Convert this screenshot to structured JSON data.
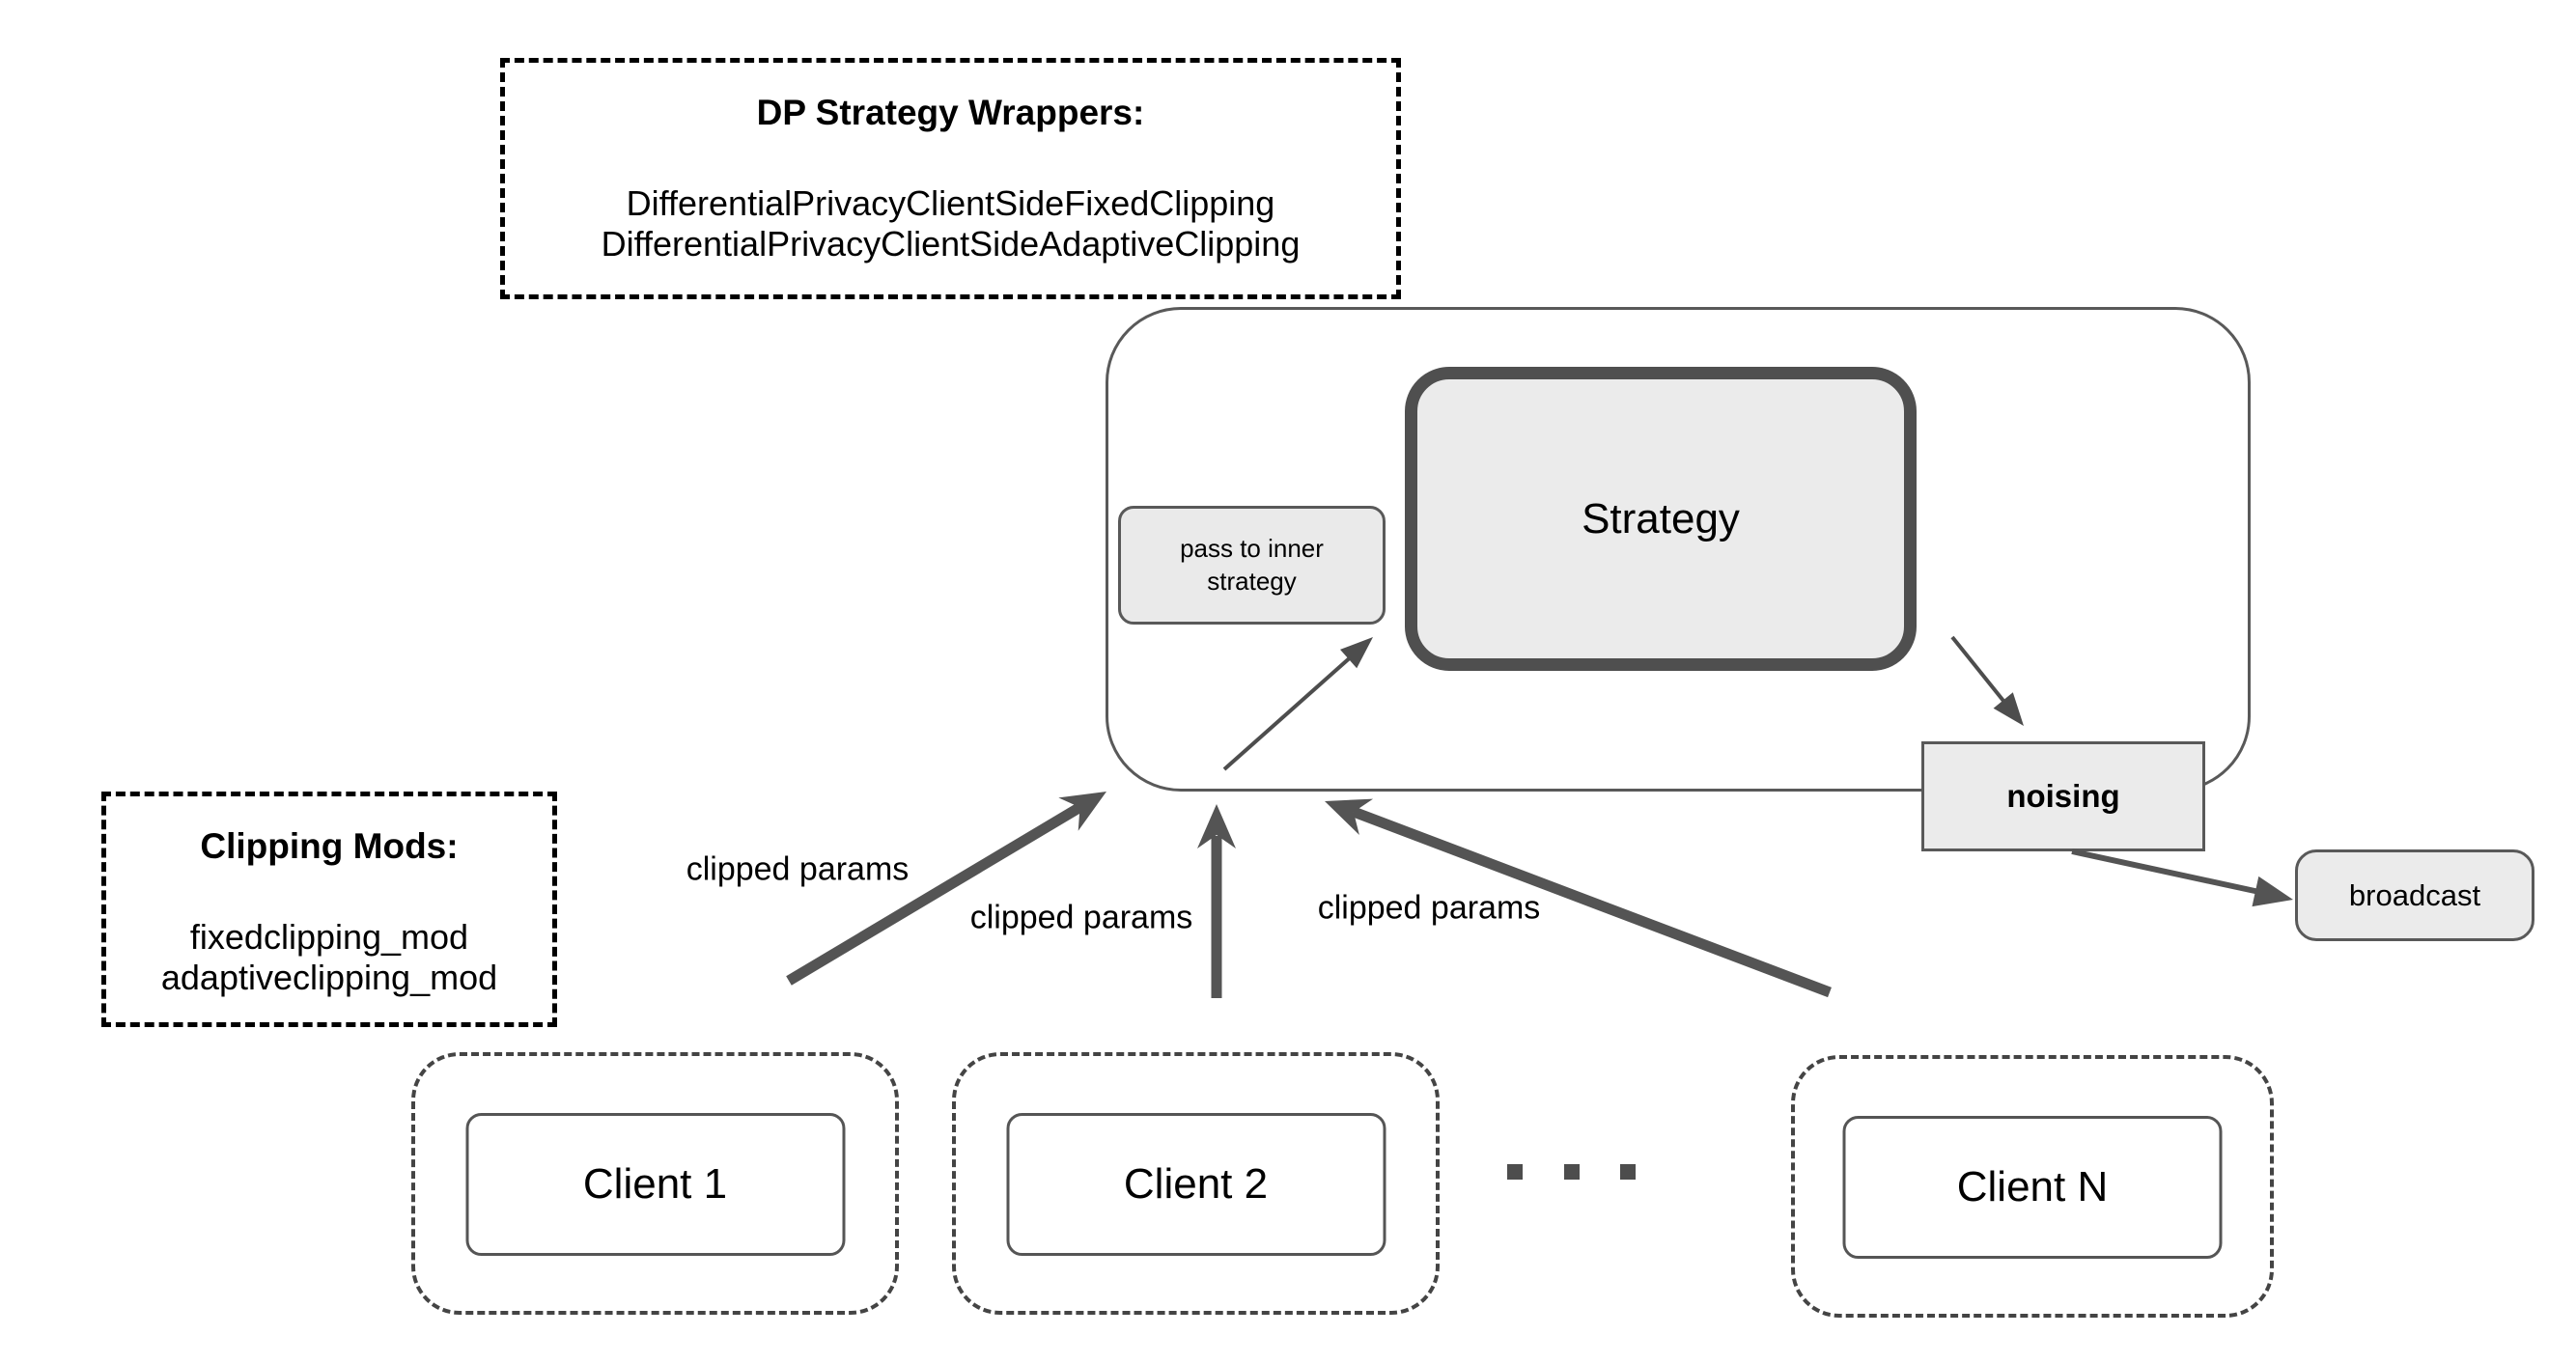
{
  "dp_strategy_wrappers": {
    "title": "DP Strategy Wrappers:",
    "items": [
      "DifferentialPrivacyClientSideFixedClipping",
      "DifferentialPrivacyClientSideAdaptiveClipping"
    ]
  },
  "clipping_mods": {
    "title": "Clipping Mods:",
    "items": [
      "fixedclipping_mod",
      "adaptiveclipping_mod"
    ]
  },
  "server": {
    "strategy_label": "Strategy",
    "pass_to_inner_label": "pass to inner strategy",
    "noising_label": "noising",
    "broadcast_label": "broadcast"
  },
  "arrow_labels": [
    "clipped params",
    "clipped params",
    "clipped params"
  ],
  "clients": [
    {
      "label": "Client 1"
    },
    {
      "label": "Client 2"
    },
    {
      "label": "Client N"
    }
  ],
  "ellipsis_icon": "dots-horizontal",
  "colors": {
    "box_fill": "#ebebeb",
    "strategy_border": "#4f4f4f",
    "outline": "#595959",
    "arrow": "#545454",
    "panel_dash": "#000000",
    "client_dash": "#444444"
  }
}
